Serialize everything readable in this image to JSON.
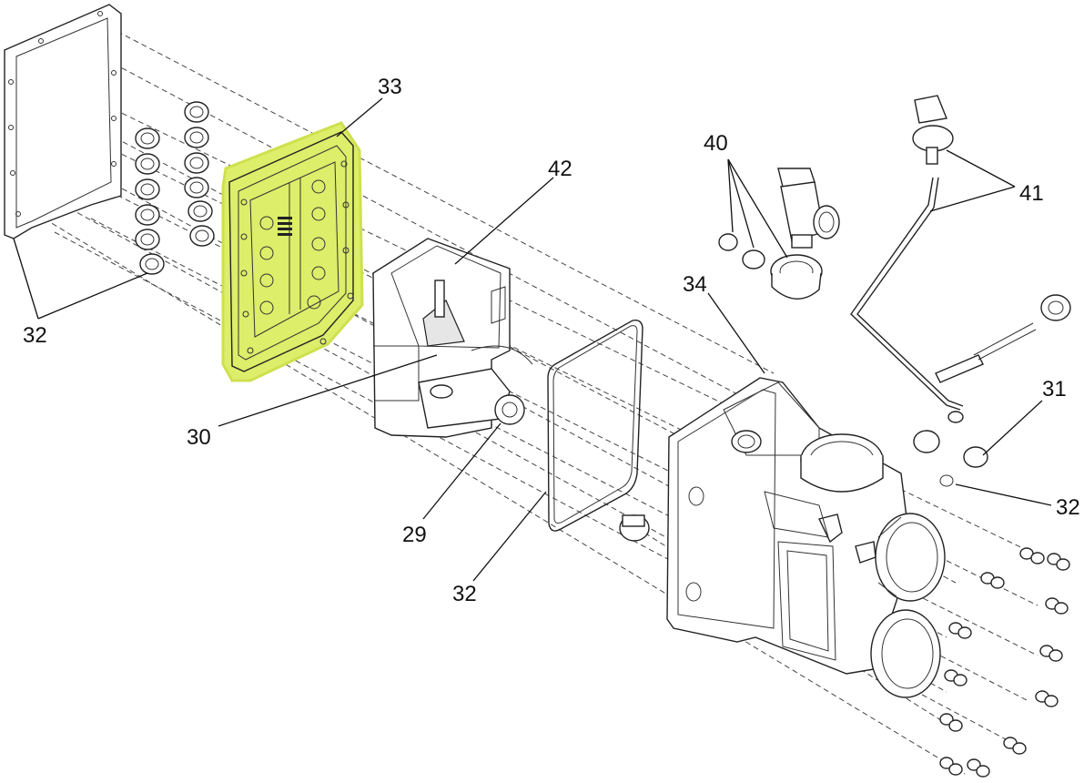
{
  "colors": {
    "highlight": "#dcee6a",
    "line": "#222222",
    "background": "#ffffff"
  },
  "callouts": {
    "c33": "33",
    "c42": "42",
    "c40": "40",
    "c41": "41",
    "c34": "34",
    "c31": "31",
    "c32_left": "32",
    "c32_right": "32",
    "c32_center": "32",
    "c30": "30",
    "c29": "29"
  },
  "highlighted_part": "33"
}
